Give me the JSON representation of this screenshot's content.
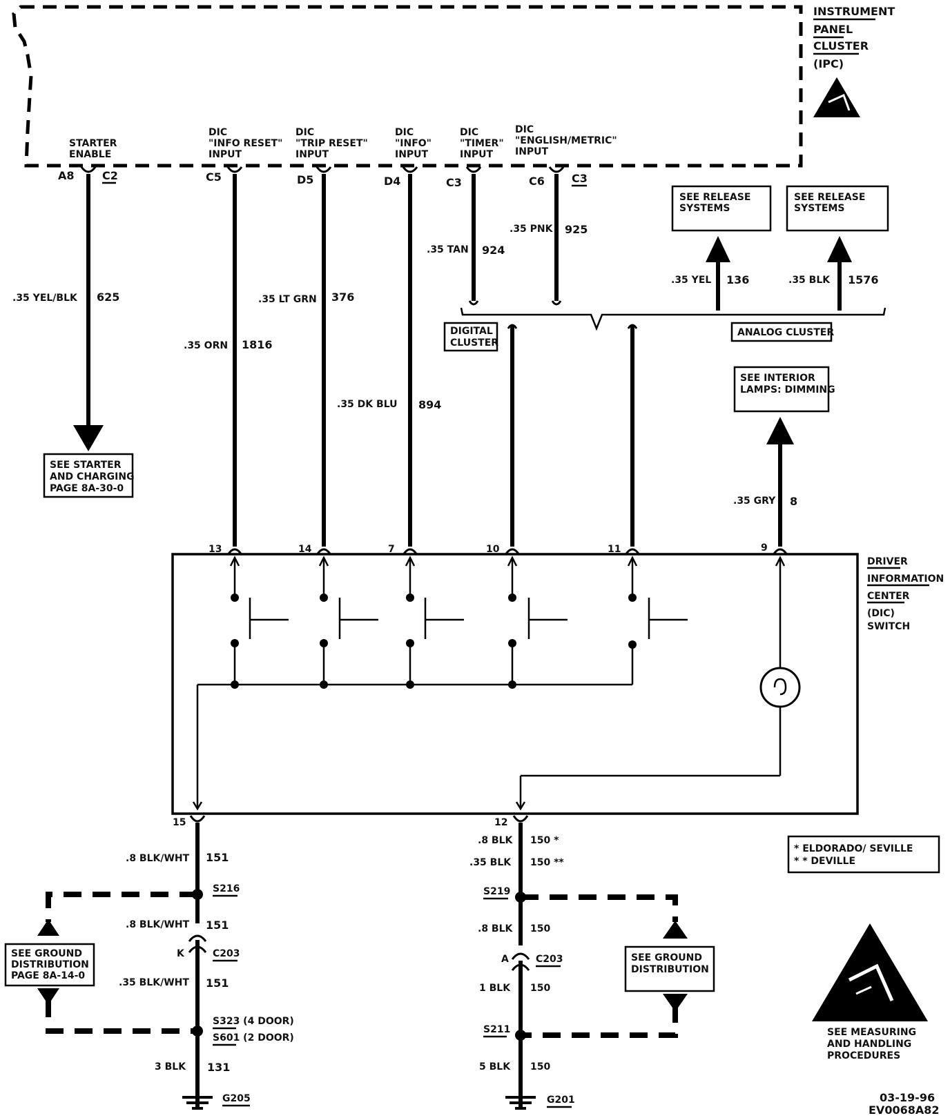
{
  "ipc": {
    "lines": [
      "INSTRUMENT",
      "PANEL",
      "CLUSTER",
      "(IPC)"
    ]
  },
  "inputs": [
    {
      "lines": [
        "STARTER",
        "ENABLE"
      ],
      "pin": "A8",
      "conn": "C2"
    },
    {
      "lines": [
        "DIC",
        "\"INFO RESET\"",
        "INPUT"
      ],
      "pin": "C5",
      "conn": ""
    },
    {
      "lines": [
        "DIC",
        "\"TRIP RESET\"",
        "INPUT"
      ],
      "pin": "D5",
      "conn": ""
    },
    {
      "lines": [
        "DIC",
        "\"INFO\"",
        "INPUT"
      ],
      "pin": "D4",
      "conn": ""
    },
    {
      "lines": [
        "DIC",
        "\"TIMER\"",
        "INPUT"
      ],
      "pin": "C3",
      "conn": ""
    },
    {
      "lines": [
        "DIC",
        "\"ENGLISH/METRIC\"",
        "INPUT"
      ],
      "pin": "C6",
      "conn": "C3"
    }
  ],
  "wires": [
    {
      "color": ".35 YEL/BLK",
      "circuit": "625"
    },
    {
      "color": ".35 ORN",
      "circuit": "1816"
    },
    {
      "color": ".35 LT GRN",
      "circuit": "376"
    },
    {
      "color": ".35 DK BLU",
      "circuit": "894"
    },
    {
      "color": ".35 TAN",
      "circuit": "924"
    },
    {
      "color": ".35 PNK",
      "circuit": "925"
    },
    {
      "color": ".35 YEL",
      "circuit": "136"
    },
    {
      "color": ".35 BLK",
      "circuit": "1576"
    },
    {
      "color": ".35 GRY",
      "circuit": "8"
    }
  ],
  "refs": {
    "starter": [
      "SEE STARTER",
      "AND CHARGING",
      "PAGE 8A-30-0"
    ],
    "release1": [
      "SEE RELEASE",
      "SYSTEMS"
    ],
    "release2": [
      "SEE RELEASE",
      "SYSTEMS"
    ],
    "interior": [
      "SEE INTERIOR",
      "LAMPS: DIMMING"
    ],
    "ground_left": [
      "SEE GROUND",
      "DISTRIBUTION",
      "PAGE 8A-14-0"
    ],
    "ground_right": [
      "SEE GROUND",
      "DISTRIBUTION"
    ]
  },
  "cluster_labels": {
    "digital": [
      "DIGITAL",
      "CLUSTER"
    ],
    "analog": "ANALOG CLUSTER"
  },
  "dic": {
    "lines": [
      "DRIVER",
      "INFORMATION",
      "CENTER",
      "(DIC)",
      "SWITCH"
    ],
    "pins": [
      "13",
      "14",
      "7",
      "10",
      "11",
      "9"
    ],
    "bottom_pins": [
      "15",
      "12"
    ]
  },
  "left_ground": {
    "w1": {
      "color": ".8 BLK/WHT",
      "circuit": "151"
    },
    "splice1": "S216",
    "w2": {
      "color": ".8 BLK/WHT",
      "circuit": "151"
    },
    "conn_pin": "K",
    "conn": "C203",
    "w3": {
      "color": ".35 BLK/WHT",
      "circuit": "151"
    },
    "splice2a": "S323 (4 DOOR)",
    "splice2b": "S601 (2 DOOR)",
    "w4": {
      "color": "3 BLK",
      "circuit": "131"
    },
    "ground": "G205"
  },
  "right_ground": {
    "w1a": {
      "color": ".8 BLK",
      "circuit": "150 *"
    },
    "w1b": {
      "color": ".35 BLK",
      "circuit": "150 **"
    },
    "splice1": "S219",
    "w2": {
      "color": ".8 BLK",
      "circuit": "150"
    },
    "conn_pin": "A",
    "conn": "C203",
    "w3": {
      "color": "1 BLK",
      "circuit": "150"
    },
    "splice2": "S211",
    "w4": {
      "color": "5 BLK",
      "circuit": "150"
    },
    "ground": "G201"
  },
  "legend": [
    "* ELDORADO/ SEVILLE",
    "* * DEVILLE"
  ],
  "esd_note": [
    "SEE MEASURING",
    "AND HANDLING",
    "PROCEDURES"
  ],
  "footer": {
    "date": "03-19-96",
    "code": "EV0068A82"
  }
}
